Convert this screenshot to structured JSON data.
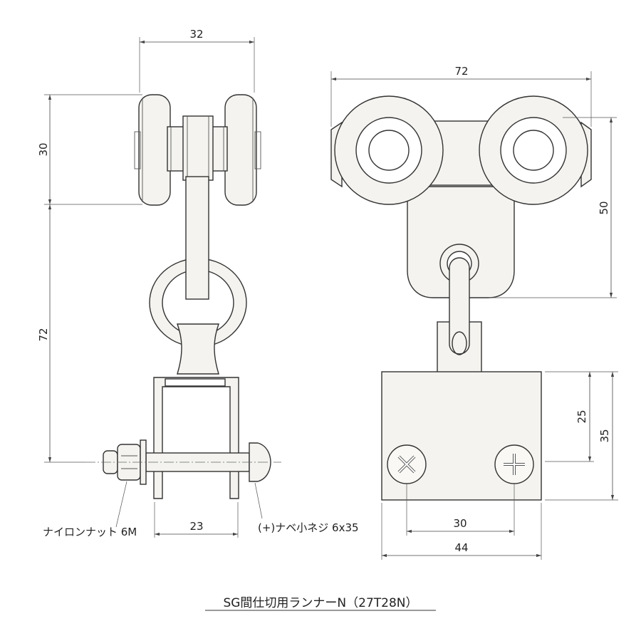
{
  "dimensions": {
    "left_width": "32",
    "left_wheel_height": "30",
    "left_drop": "72",
    "bracket_width": "23",
    "right_width": "72",
    "right_height": "50",
    "plate_upper": "25",
    "plate_total": "35",
    "screw_spacing": "30",
    "plate_width": "44"
  },
  "labels": {
    "nut": "ナイロンナット 6M",
    "screw": "(+)ナベ小ネジ 6x35"
  },
  "caption": "SG間仕切用ランナーN（27T28N）"
}
